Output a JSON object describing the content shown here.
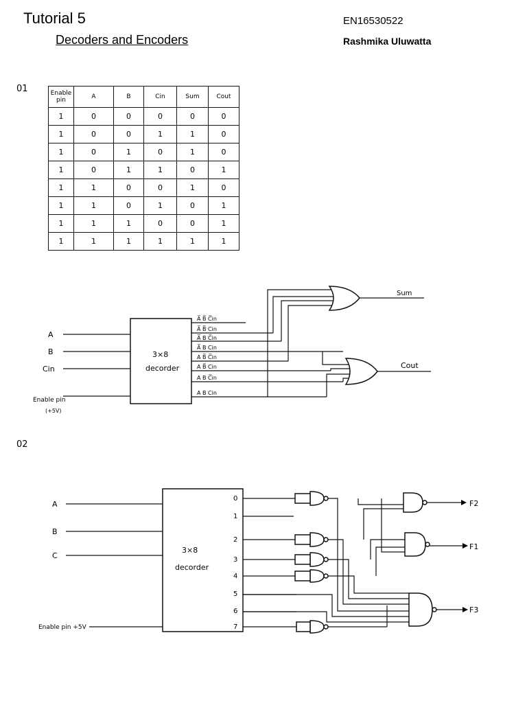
{
  "header": {
    "title": "Tutorial 5",
    "subtitle": "Decoders and Encoders",
    "student_id": "EN16530522",
    "author": "Rashmika Uluwatta"
  },
  "q1": {
    "label": "01",
    "table": {
      "headers": [
        "Enable pin",
        "A",
        "B",
        "Cin",
        "Sum",
        "Cout"
      ],
      "rows": [
        [
          "1",
          "0",
          "0",
          "0",
          "0",
          "0"
        ],
        [
          "1",
          "0",
          "0",
          "1",
          "1",
          "0"
        ],
        [
          "1",
          "0",
          "1",
          "0",
          "1",
          "0"
        ],
        [
          "1",
          "0",
          "1",
          "1",
          "0",
          "1"
        ],
        [
          "1",
          "1",
          "0",
          "0",
          "1",
          "0"
        ],
        [
          "1",
          "1",
          "0",
          "1",
          "0",
          "1"
        ],
        [
          "1",
          "1",
          "1",
          "0",
          "0",
          "1"
        ],
        [
          "1",
          "1",
          "1",
          "1",
          "1",
          "1"
        ]
      ]
    },
    "circuit": {
      "inputs": [
        "A",
        "B",
        "Cin"
      ],
      "enable_label": "Enable pin",
      "enable_voltage": "(+5V)",
      "decoder_label_1": "3×8",
      "decoder_label_2": "decorder",
      "outputs": [
        "A̅ B̅ C̅in",
        "A̅ B̅ Cin",
        "A̅ B C̅in",
        "A̅ B Cin",
        "A B̅ C̅in",
        "A B̅ Cin",
        "A B C̅in",
        "A B Cin"
      ],
      "sum_label": "Sum",
      "cout_label": "Cout"
    }
  },
  "q2": {
    "label": "02",
    "circuit": {
      "inputs": [
        "A",
        "B",
        "C"
      ],
      "enable_label": "Enable pin +5V",
      "decoder_label_1": "3×8",
      "decoder_label_2": "decorder",
      "pins": [
        "0",
        "1",
        "2",
        "3",
        "4",
        "5",
        "6",
        "7"
      ],
      "outputs": [
        "F2",
        "F1",
        "F3"
      ]
    }
  }
}
